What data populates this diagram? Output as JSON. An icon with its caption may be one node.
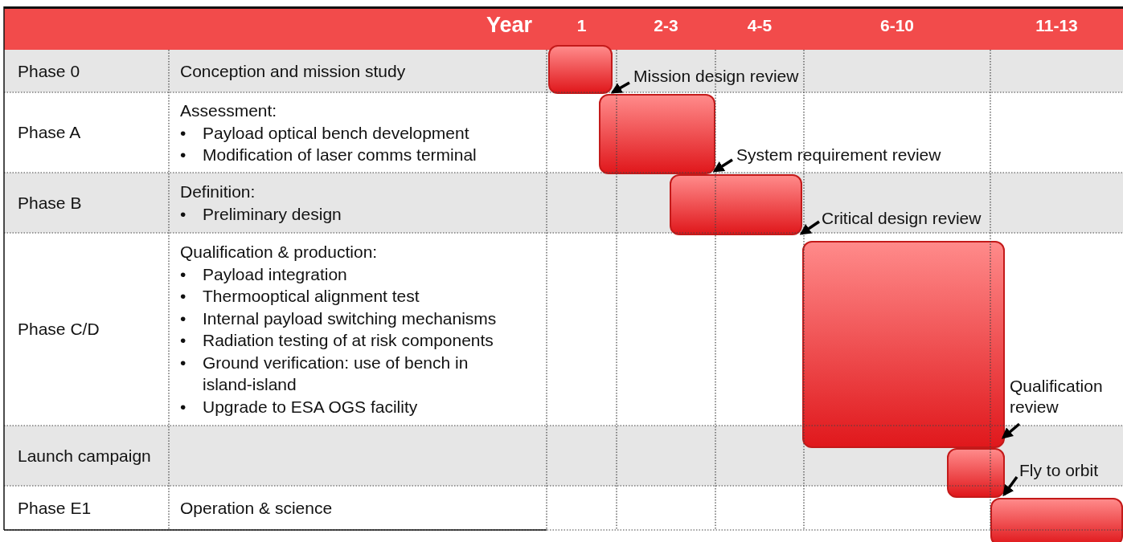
{
  "diagram": {
    "nodes": [
      {
        "text": [],
        "shape": "bar"
      },
      {
        "text": [
          "Mission design review"
        ]
      },
      {
        "text": [],
        "shape": "bar"
      },
      {
        "text": [
          "System requirement review"
        ]
      },
      {
        "text": [],
        "shape": "bar"
      },
      {
        "text": [
          "Critical design review"
        ]
      },
      {
        "text": [],
        "shape": "bar"
      },
      {
        "text": [
          "Qualification review"
        ]
      },
      {
        "text": [],
        "shape": "bar"
      },
      {
        "text": [
          "Fly to orbit"
        ]
      },
      {
        "text": [],
        "shape": "bar"
      }
    ],
    "edges": [
      {
        "from": 1,
        "to": 0,
        "arrow": "to"
      },
      {
        "from": 3,
        "to": 2,
        "arrow": "to"
      },
      {
        "from": 5,
        "to": 4,
        "arrow": "to"
      },
      {
        "from": 7,
        "to": 6,
        "arrow": "to"
      },
      {
        "from": 9,
        "to": 8,
        "arrow": "to"
      }
    ],
    "labels": [
      "Year",
      "1",
      "2-3",
      "4-5",
      "6-10",
      "11-13",
      "Phase 0",
      "Conception and mission study",
      "Phase A",
      "Assessment:",
      "•",
      "Payload optical bench development",
      "•",
      "Modification of laser comms terminal",
      "Phase B",
      "Definition:",
      "•",
      "Preliminary design",
      "Phase C/D",
      "Qualification & production:",
      "•",
      "Payload integration",
      "•",
      "Thermooptical alignment test",
      "•",
      "Internal payload switching mechanisms",
      "•",
      "Radiation testing of at risk components",
      "•",
      "Ground verification: use of bench in island-island",
      "•",
      "Upgrade to ESA OGS facility",
      "Launch campaign",
      "Phase E1",
      "Operation & science"
    ]
  }
}
